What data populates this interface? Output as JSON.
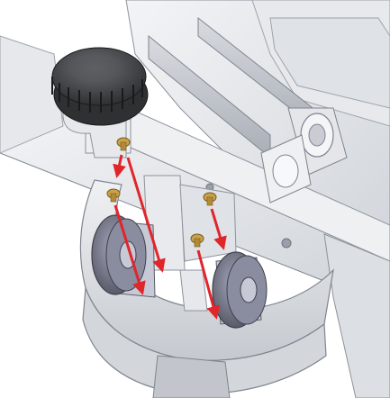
{
  "colors": {
    "background": "#ffffff",
    "frame_light": "#e9ebee",
    "frame_mid": "#cfd3d9",
    "frame_dark": "#9ea4ad",
    "edge_line": "#6f757e",
    "knob": "#3a3b3d",
    "knob_highlight": "#6c6e72",
    "caster_wheel": "#6f7080",
    "caster_wheel_light": "#9a9bb0",
    "caster_hub": "#c7c9d6",
    "arrow": "#e0252b",
    "screw_gold": "#c9a14a",
    "screw_dark": "#7a5b1c"
  },
  "components": [
    {
      "name": "adjustment-knob",
      "icon": "knurled-knob"
    },
    {
      "name": "support-frame",
      "icon": "frame"
    },
    {
      "name": "front-shroud",
      "icon": "curved-cover"
    },
    {
      "name": "caster-left",
      "icon": "caster-wheel"
    },
    {
      "name": "caster-right",
      "icon": "caster-wheel"
    },
    {
      "name": "hinge-bracket",
      "icon": "bracket"
    }
  ],
  "screws": [
    {
      "name": "screw-1",
      "icon": "screw"
    },
    {
      "name": "screw-2",
      "icon": "screw"
    },
    {
      "name": "screw-3",
      "icon": "screw"
    },
    {
      "name": "screw-4",
      "icon": "screw"
    }
  ],
  "arrows": [
    {
      "name": "arrow-1",
      "direction": "down"
    },
    {
      "name": "arrow-2",
      "direction": "down"
    },
    {
      "name": "arrow-3",
      "direction": "down"
    },
    {
      "name": "arrow-4",
      "direction": "down"
    },
    {
      "name": "arrow-5",
      "direction": "down"
    }
  ]
}
